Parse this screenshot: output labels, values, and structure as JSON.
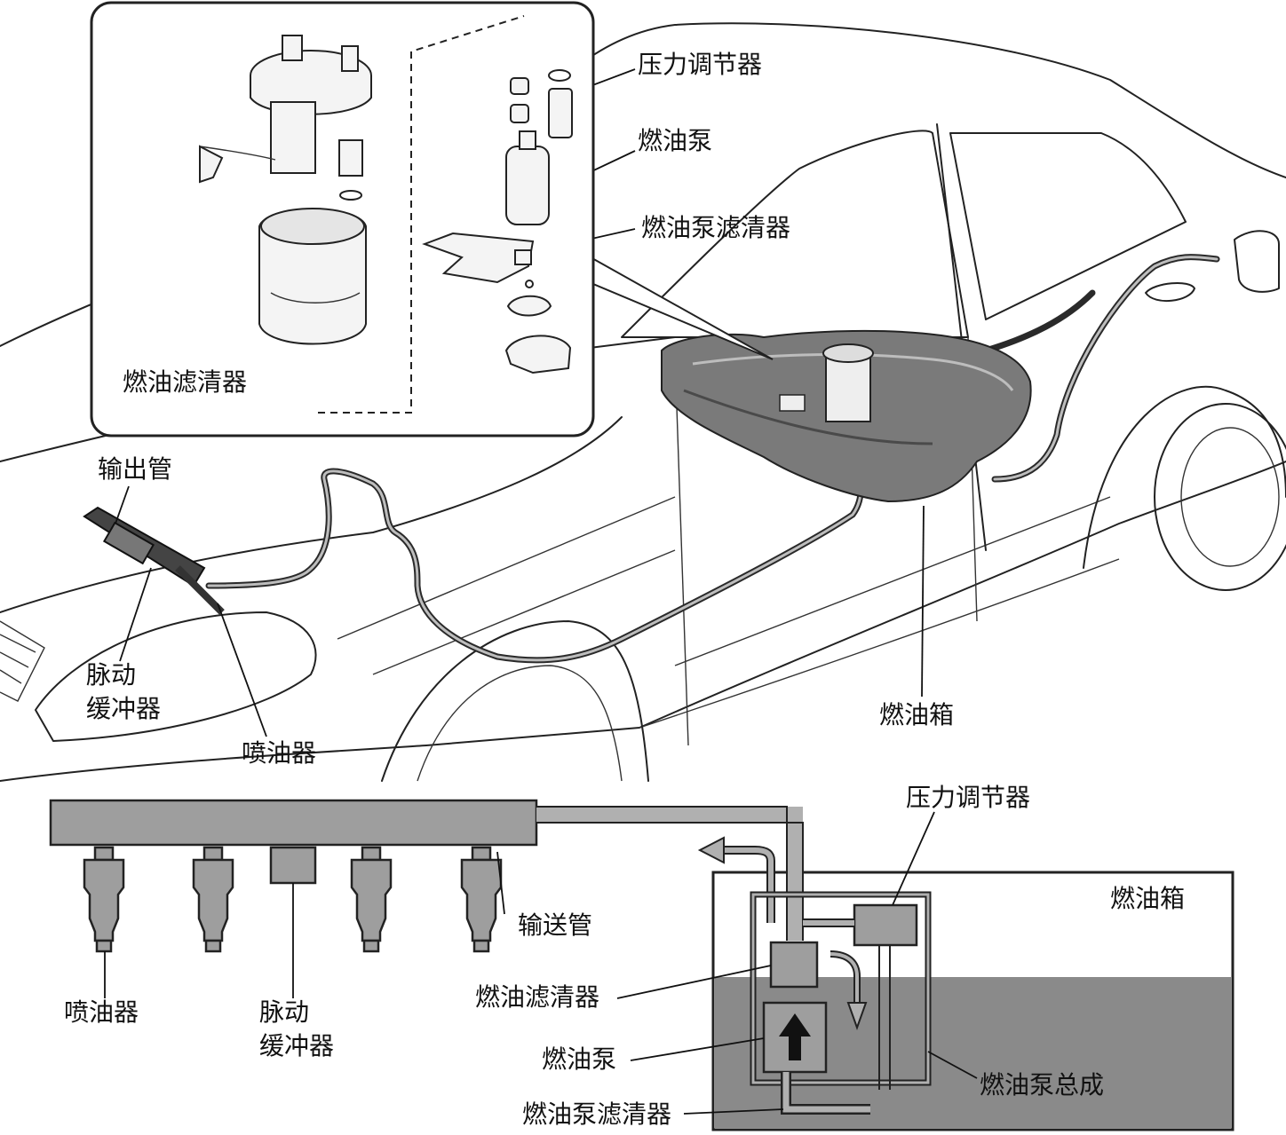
{
  "illustration": {
    "labels": {
      "pressure_regulator": "压力调节器",
      "fuel_pump": "燃油泵",
      "fuel_pump_strainer": "燃油泵滤清器",
      "fuel_filter": "燃油滤清器",
      "outlet_pipe": "输出管",
      "pulsation_damper_line1": "脉动",
      "pulsation_damper_line2": "缓冲器",
      "injector": "喷油器",
      "fuel_tank": "燃油箱"
    }
  },
  "schematic": {
    "labels": {
      "pressure_regulator": "压力调节器",
      "fuel_tank": "燃油箱",
      "delivery_pipe": "输送管",
      "fuel_filter": "燃油滤清器",
      "fuel_pump": "燃油泵",
      "fuel_pump_strainer": "燃油泵滤清器",
      "fuel_pump_assembly": "燃油泵总成",
      "injector": "喷油器",
      "pulsation_damper_line1": "脉动",
      "pulsation_damper_line2": "缓冲器"
    },
    "colors": {
      "fuel_level": "#8a8a8a",
      "component_fill": "#9e9e9e",
      "pipe_fill": "#b0b0b0",
      "outline": "#222222"
    }
  }
}
